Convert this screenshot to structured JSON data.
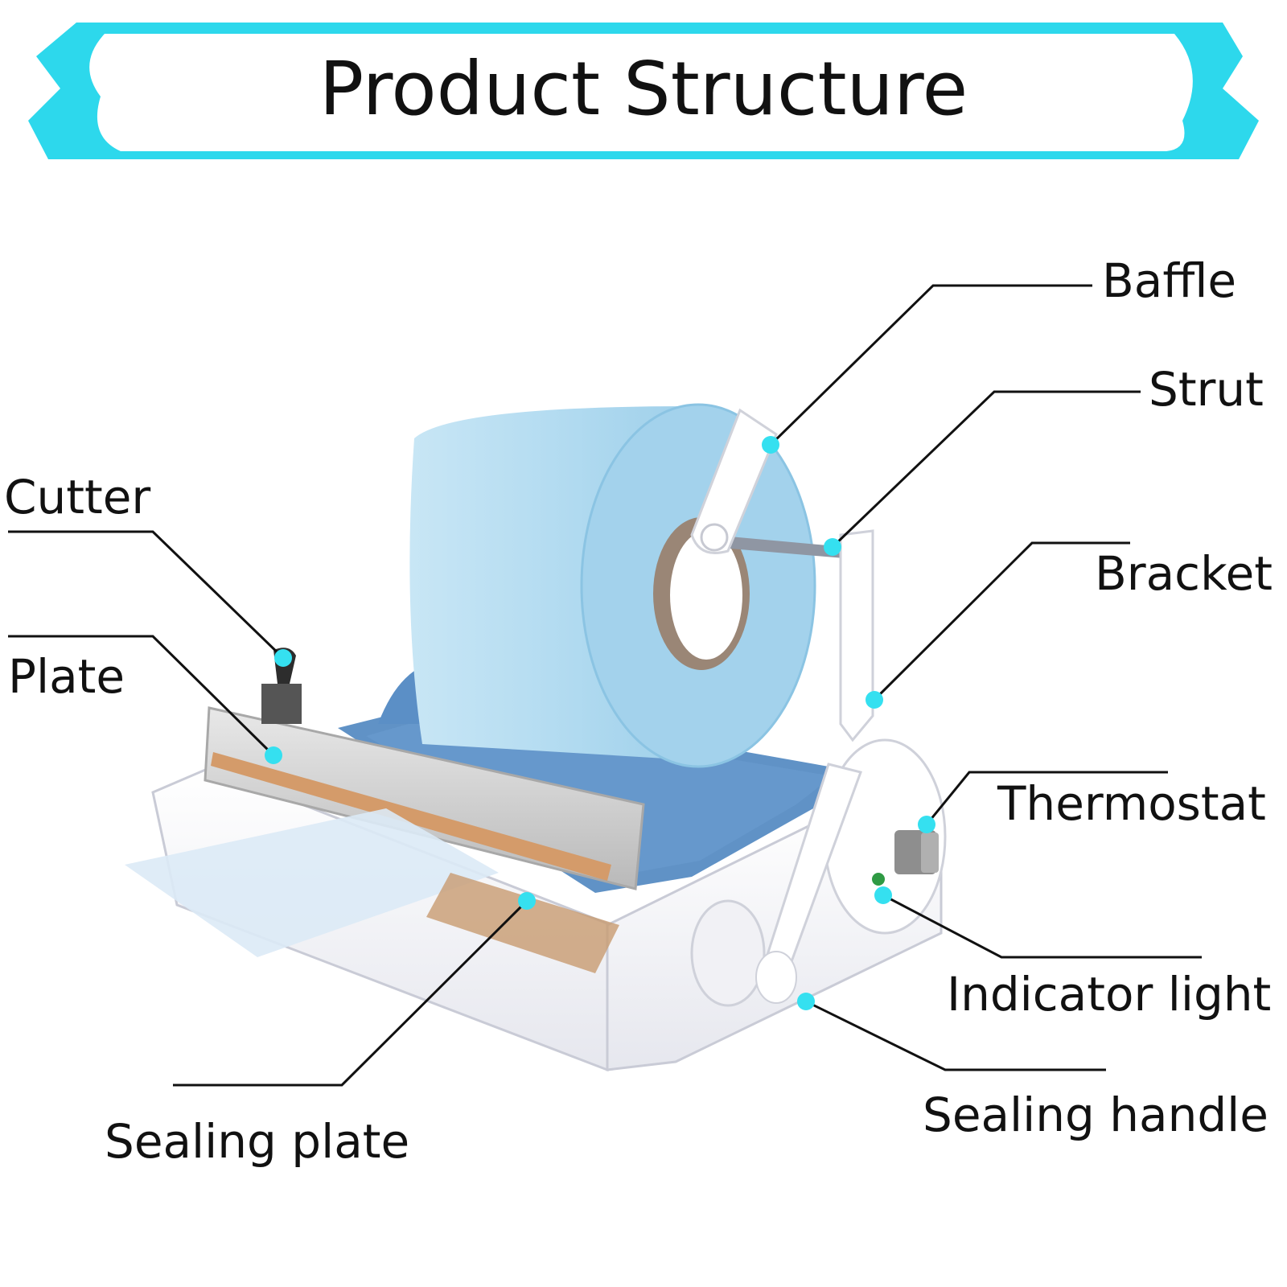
{
  "title": "Product Structure",
  "labels": {
    "baffle": "Baffle",
    "strut": "Strut",
    "bracket": "Bracket",
    "thermostat": "Thermostat",
    "indicator_light": "Indicator light",
    "sealing_handle": "Sealing handle",
    "cutter": "Cutter",
    "plate": "Plate",
    "sealing_plate": "Sealing plate"
  },
  "colors": {
    "accent": "#2dd8ec",
    "marker": "#35e0f0",
    "line": "#111111",
    "roll": "#a9d6ee",
    "tray": "#4f86c0"
  }
}
